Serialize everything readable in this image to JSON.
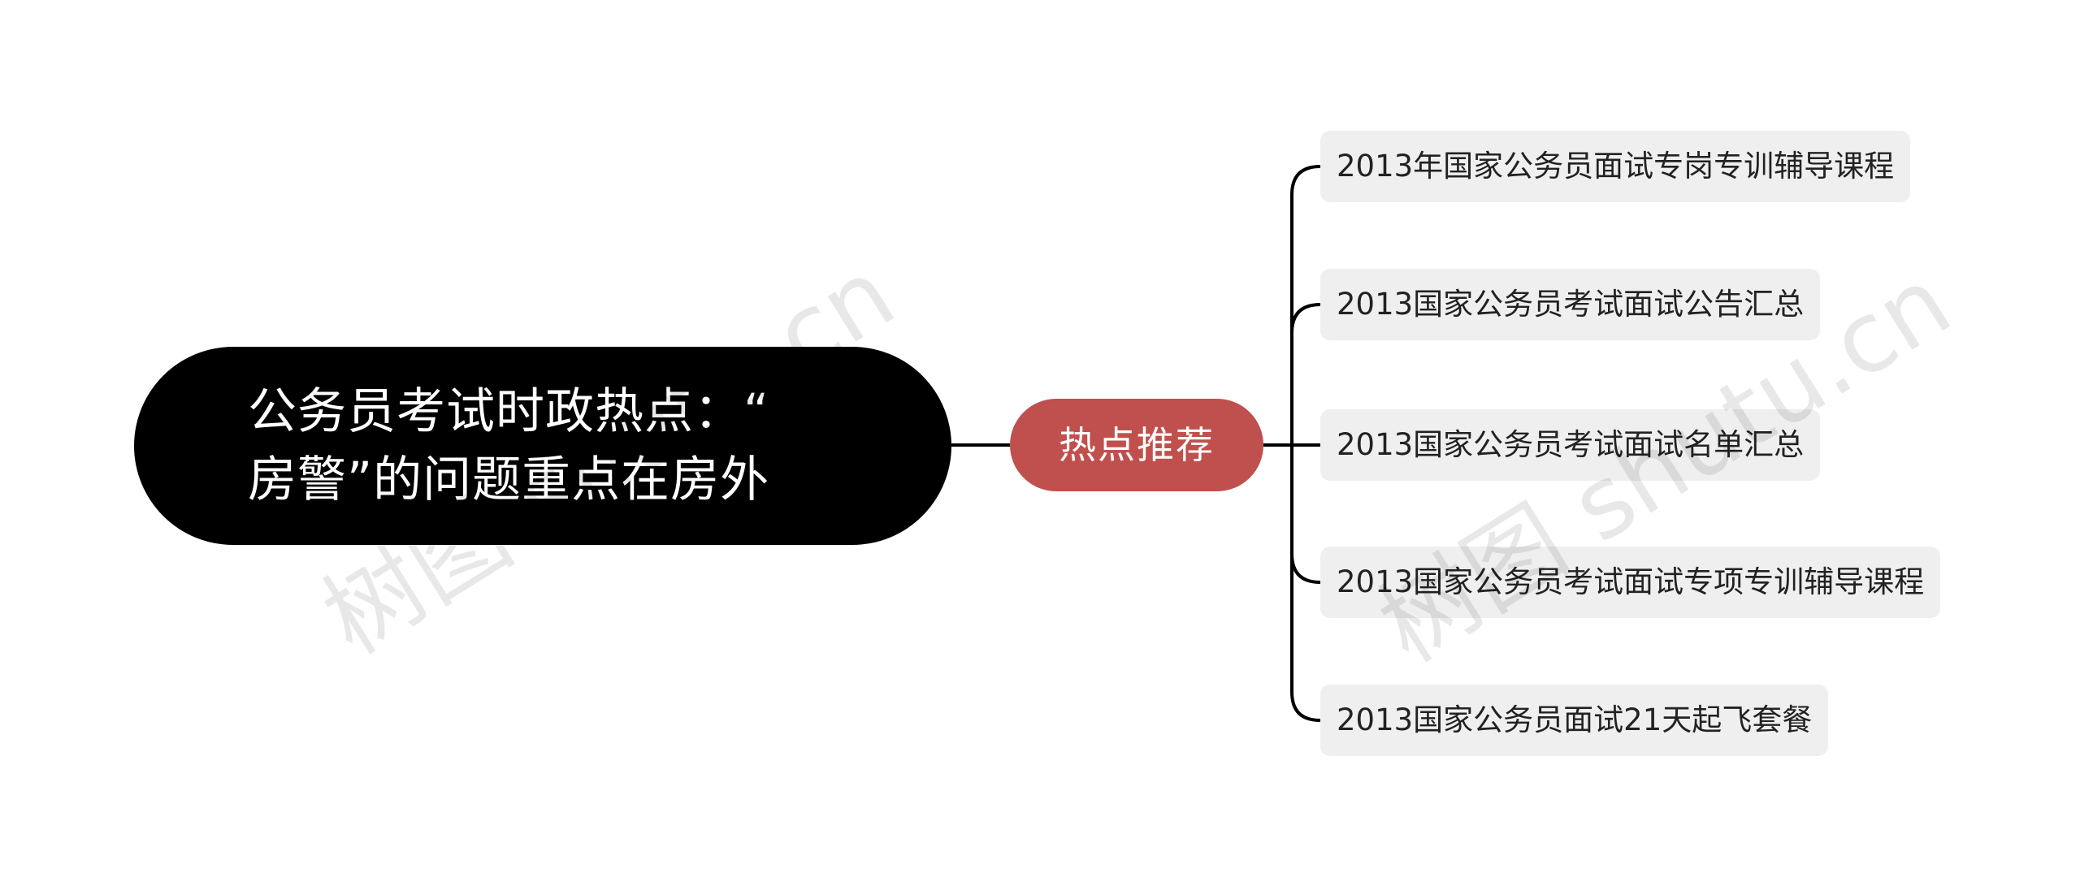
{
  "root": {
    "line1": "公务员考试时政热点：“",
    "line2": "房警”的问题重点在房外"
  },
  "branch": {
    "label": "热点推荐"
  },
  "leaves": [
    "2013年国家公务员面试专岗专训辅导课程",
    "2013国家公务员考试面试公告汇总",
    "2013国家公务员考试面试名单汇总",
    "2013国家公务员考试面试专项专训辅导课程",
    "2013国家公务员面试21天起飞套餐"
  ],
  "watermark": {
    "left": "树图 shutu.cn",
    "right": "树图 shutu.cn"
  },
  "colors": {
    "root_bg": "#000000",
    "branch_bg": "#c0504d",
    "leaf_bg": "#efefef",
    "line": "#000000"
  }
}
